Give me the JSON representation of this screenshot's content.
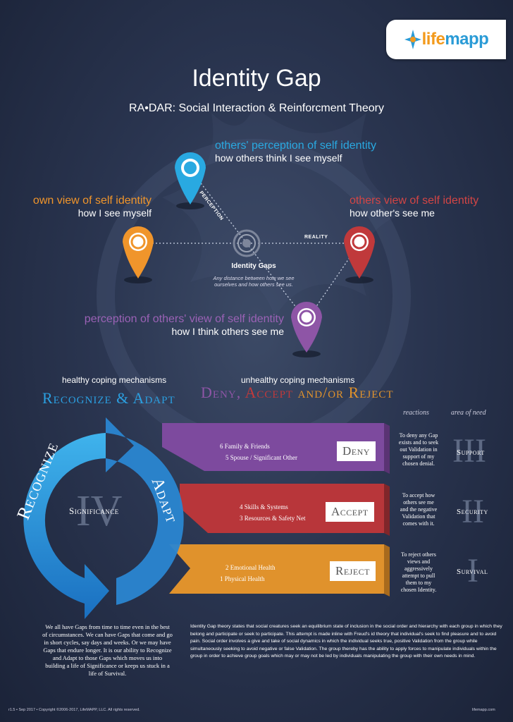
{
  "logo": {
    "text_a": "life",
    "text_b": "mapp"
  },
  "header": {
    "title": "Identity Gap",
    "subtitle": "RA•DAR: Social Interaction & Reinforcment Theory"
  },
  "nodes": {
    "top": {
      "title": "others' perception of self identity",
      "sub": "how others think I see myself"
    },
    "left": {
      "title": "own view of self identity",
      "sub": "how I see myself"
    },
    "right": {
      "title": "others view of self identity",
      "sub": "how other's see me"
    },
    "bottom": {
      "title": "perception of others' view of self identity",
      "sub": "how I think others see me"
    }
  },
  "center": {
    "title": "Identity Gaps",
    "desc1": "Any distance between how we see",
    "desc2": "ourselves and how others see us.",
    "perception": "PERCEPTION",
    "reality": "REALITY"
  },
  "coping": {
    "healthy_label": "healthy coping mechanisms",
    "healthy_title": "Recognize & Adapt",
    "unhealthy_label": "unhealthy coping mechanisms",
    "unhealthy_deny": "Deny,",
    "unhealthy_accept": "Accept",
    "unhealthy_rest": "and/or Reject"
  },
  "columns": {
    "reactions": "reactions",
    "need": "area of need"
  },
  "cycle": {
    "recognize": "Recognize",
    "adapt": "Adapt",
    "significance": "Significance",
    "roman": "IV"
  },
  "bands": [
    {
      "items": [
        "6 Family & Friends",
        "5 Spouse / Significant Other"
      ],
      "word": "Deny",
      "reaction": [
        "To deny any Gap",
        "exists and to seek",
        "out Validation in",
        "support of my",
        "chosen denial."
      ],
      "roman": "III",
      "need": "Support",
      "color": "#7d4a9e"
    },
    {
      "items": [
        "4 Skills & Systems",
        "3 Resources & Safety Net"
      ],
      "word": "Accept",
      "reaction": [
        "To accept how",
        "others see me",
        "and the negative",
        "Validation that",
        "comes with it."
      ],
      "roman": "II",
      "need": "Security",
      "color": "#c0393b"
    },
    {
      "items": [
        "2 Emotional Health",
        "1 Physical Health"
      ],
      "word": "Reject",
      "reaction": [
        "To reject others",
        "views and",
        "aggressively",
        "attempt to pull",
        "them to my",
        "chosen Identity."
      ],
      "roman": "I",
      "need": "Survival",
      "color": "#e0922c"
    }
  ],
  "body": {
    "left": "We all have Gaps from time to time even in the best of circumstances. We can have Gaps that come and go in short cycles, say days and weeks. Or we may have Gaps that endure longer. It is our ability to Recognize and Adapt to those Gaps which moves us into building a life of Significance or keeps us stuck in a life of Survival.",
    "right": "Identity Gap theory states that social creatures seek an equilibrium state of inclusion in the social order and hierarchy with each group in which they belong and participate or seek to participate. This attempt is made inline with Freud's id theory that individual's seek to find pleasure and to avoid pain. Social order involves a give and take of social dynamics in which the individual seeks true, positive Validation from the group while simultaneously seeking to avoid negative or false Validation. The group thereby has the ability to apply forces to manipulate individuals within the group in order to achieve group goals which may or may not be led by individuals manipulating the group with their own needs in mind."
  },
  "footer": {
    "left": "r1.5 • Sep 2017 • Copyright ©2006-2017, LifeMAPP, LLC.  All rights reserved.",
    "right": "lifemapp.com"
  },
  "colors": {
    "cyan": "#29a9e1",
    "orange": "#f0952b",
    "red": "#c0393b",
    "purple": "#8e55a6",
    "blue": "#2a86d1"
  }
}
